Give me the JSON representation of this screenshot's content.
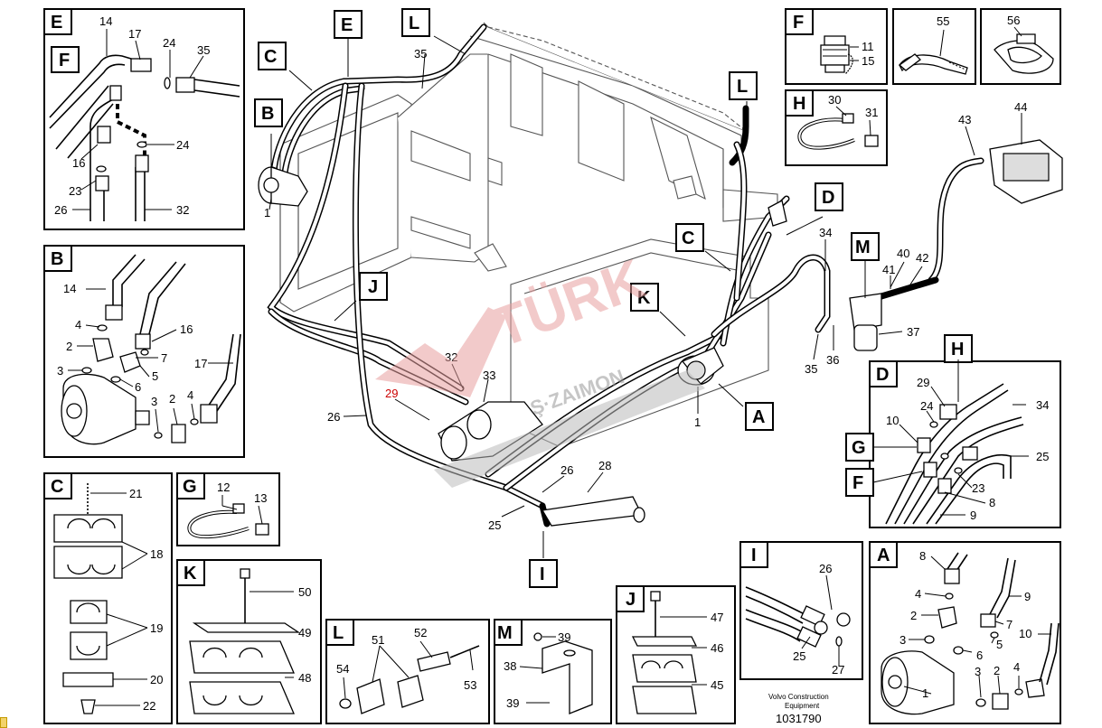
{
  "diagram": {
    "drawing_number": "1031790",
    "publisher_line1": "Volvo Construction",
    "publisher_line2": "Equipment",
    "watermark_line1": "TÜRK",
    "watermark_line2": "Ş·ZAIMON"
  },
  "main_labels": {
    "tags": [
      "E",
      "L",
      "C",
      "B",
      "L",
      "D",
      "C",
      "K",
      "M",
      "A",
      "J",
      "I"
    ],
    "numbers": [
      "35",
      "1",
      "34",
      "40",
      "41",
      "42",
      "43",
      "44",
      "37",
      "35",
      "36",
      "32",
      "33",
      "29",
      "26",
      "1",
      "26",
      "28",
      "25"
    ]
  },
  "insets": {
    "E": {
      "tag": "E",
      "tag2": "F",
      "labels": [
        "14",
        "17",
        "24",
        "35",
        "24",
        "16",
        "23",
        "26",
        "32"
      ]
    },
    "B": {
      "tag": "B",
      "labels": [
        "14",
        "4",
        "2",
        "3",
        "16",
        "7",
        "5",
        "6",
        "17",
        "3",
        "2",
        "4"
      ]
    },
    "C": {
      "tag": "C",
      "labels": [
        "21",
        "18",
        "19",
        "20",
        "22"
      ]
    },
    "G": {
      "tag": "G",
      "labels": [
        "12",
        "13"
      ]
    },
    "K": {
      "tag": "K",
      "labels": [
        "50",
        "49",
        "48"
      ]
    },
    "L": {
      "tag": "L",
      "labels": [
        "51",
        "52",
        "54",
        "53"
      ]
    },
    "M": {
      "tag": "M",
      "labels": [
        "39",
        "38",
        "39"
      ]
    },
    "J": {
      "tag": "J",
      "labels": [
        "47",
        "46",
        "45"
      ]
    },
    "I": {
      "tag": "I",
      "labels": [
        "26",
        "25",
        "27"
      ]
    },
    "A": {
      "tag": "A",
      "labels": [
        "8",
        "4",
        "2",
        "9",
        "7",
        "3",
        "5",
        "6",
        "10",
        "1",
        "3",
        "2",
        "4"
      ]
    },
    "D": {
      "tag": "D",
      "tags": [
        "H",
        "G",
        "F"
      ],
      "labels": [
        "29",
        "24",
        "10",
        "34",
        "25",
        "23",
        "8",
        "9"
      ]
    },
    "F": {
      "tag": "F",
      "labels": [
        "11",
        "15"
      ]
    },
    "P55": {
      "labels": [
        "55"
      ]
    },
    "P56": {
      "labels": [
        "56"
      ]
    },
    "H": {
      "tag": "H",
      "labels": [
        "30",
        "31"
      ]
    }
  }
}
